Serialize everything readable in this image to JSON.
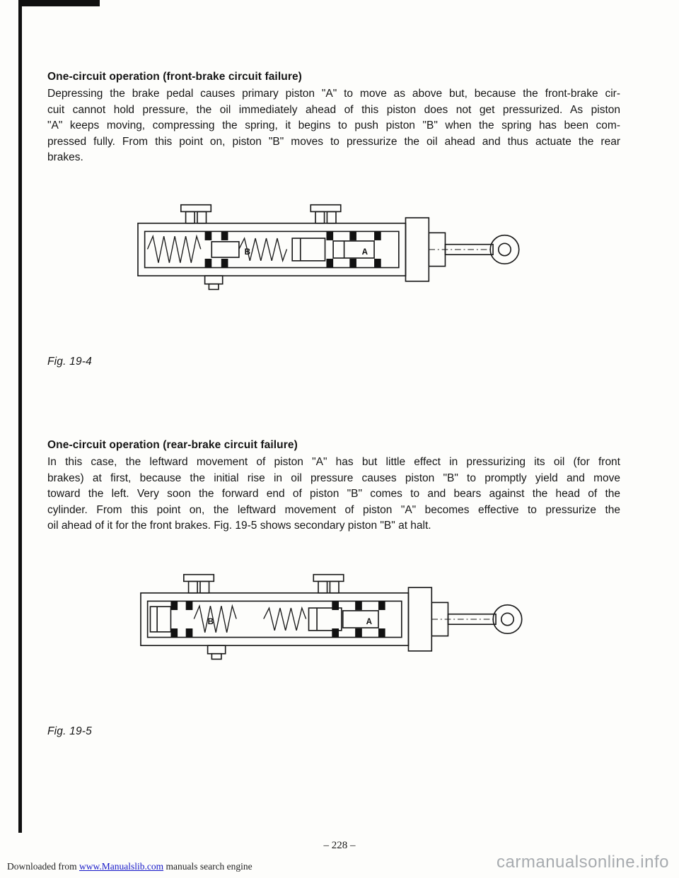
{
  "sections": [
    {
      "heading": "One-circuit operation (front-brake circuit failure)",
      "lines": [
        "Depressing the brake pedal causes primary piston \"A\" to move as above but, because the front-brake cir-",
        "cuit cannot hold pressure, the oil immediately ahead of this piston does not get pressurized.  As piston",
        "\"A\" keeps moving, compressing the spring, it begins to push piston \"B\" when the spring has been com-",
        "pressed fully.  From this point on, piston \"B\" moves to pressurize the oil ahead and thus actuate the rear",
        "brakes."
      ],
      "figure_label": "Fig. 19-4",
      "diagram": {
        "label_a": "A",
        "label_b": "B"
      }
    },
    {
      "heading": "One-circuit operation (rear-brake circuit failure)",
      "lines": [
        "In this case, the leftward movement of piston \"A\" has but little effect in pressurizing its oil (for front",
        "brakes) at first, because the initial rise in oil pressure causes piston \"B\" to promptly yield and move",
        "toward the left.  Very soon the forward end of piston \"B\" comes to and bears against the head of the",
        "cylinder.  From this point on, the leftward movement of piston \"A\" becomes effective to pressurize the",
        "oil ahead of it for the front brakes.  Fig. 19-5 shows secondary piston \"B\" at halt."
      ],
      "figure_label": "Fig. 19-5",
      "diagram": {
        "label_a": "A",
        "label_b": "B"
      }
    }
  ],
  "footer": {
    "page_number": "– 228 –",
    "download_prefix": "Downloaded from ",
    "download_link": "www.Manualslib.com",
    "download_suffix": " manuals search engine",
    "watermark": "carmanualsonline.info"
  },
  "colors": {
    "ink": "#161616",
    "link_blue": "#1517c8",
    "watermark_gray": "#a7abaf"
  }
}
